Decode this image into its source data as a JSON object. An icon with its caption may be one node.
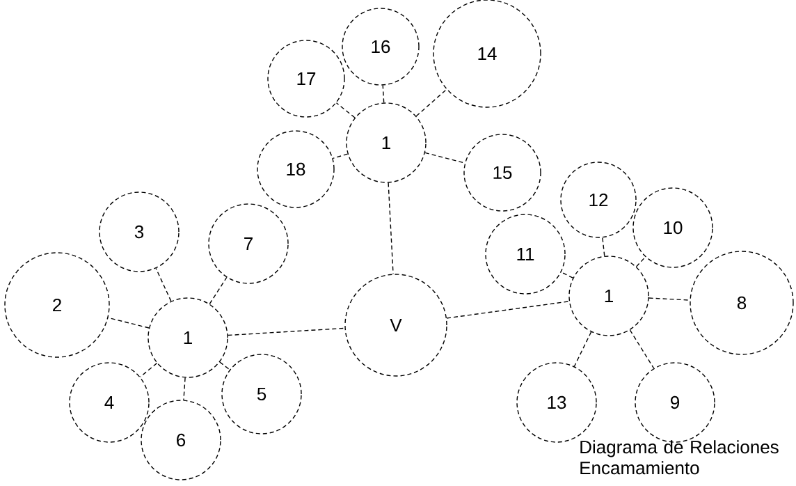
{
  "diagram": {
    "caption": "Diagrama de Relaciones Encamamiento",
    "nodes": [
      {
        "text": [
          "V"
        ]
      },
      {
        "text": [
          "1"
        ]
      },
      {
        "text": [
          "2"
        ]
      },
      {
        "text": [
          "3"
        ]
      },
      {
        "text": [
          "4"
        ]
      },
      {
        "text": [
          "5"
        ]
      },
      {
        "text": [
          "6"
        ]
      },
      {
        "text": [
          "7"
        ]
      },
      {
        "text": [
          "1"
        ]
      },
      {
        "text": [
          "8"
        ]
      },
      {
        "text": [
          "9"
        ]
      },
      {
        "text": [
          "13"
        ]
      },
      {
        "text": [
          "11"
        ]
      },
      {
        "text": [
          "12"
        ]
      },
      {
        "text": [
          "10"
        ]
      },
      {
        "text": [
          "1"
        ]
      },
      {
        "text": [
          "16"
        ]
      },
      {
        "text": [
          "17"
        ]
      },
      {
        "text": [
          "14"
        ]
      },
      {
        "text": [
          "18"
        ]
      },
      {
        "text": [
          "15"
        ]
      }
    ],
    "edges": [
      {
        "from": 1,
        "to": 0,
        "arrow": "none"
      },
      {
        "from": 0,
        "to": 8,
        "arrow": "none"
      },
      {
        "from": 15,
        "to": 0,
        "arrow": "none"
      },
      {
        "from": 1,
        "to": 2,
        "arrow": "none"
      },
      {
        "from": 1,
        "to": 3,
        "arrow": "none"
      },
      {
        "from": 1,
        "to": 4,
        "arrow": "none"
      },
      {
        "from": 1,
        "to": 5,
        "arrow": "none"
      },
      {
        "from": 1,
        "to": 6,
        "arrow": "none"
      },
      {
        "from": 1,
        "to": 7,
        "arrow": "none"
      },
      {
        "from": 8,
        "to": 9,
        "arrow": "none"
      },
      {
        "from": 8,
        "to": 10,
        "arrow": "none"
      },
      {
        "from": 8,
        "to": 11,
        "arrow": "none"
      },
      {
        "from": 8,
        "to": 12,
        "arrow": "none"
      },
      {
        "from": 8,
        "to": 13,
        "arrow": "none"
      },
      {
        "from": 8,
        "to": 14,
        "arrow": "none"
      },
      {
        "from": 15,
        "to": 16,
        "arrow": "none"
      },
      {
        "from": 15,
        "to": 17,
        "arrow": "none"
      },
      {
        "from": 15,
        "to": 18,
        "arrow": "none"
      },
      {
        "from": 15,
        "to": 19,
        "arrow": "none"
      },
      {
        "from": 15,
        "to": 20,
        "arrow": "none"
      }
    ]
  }
}
